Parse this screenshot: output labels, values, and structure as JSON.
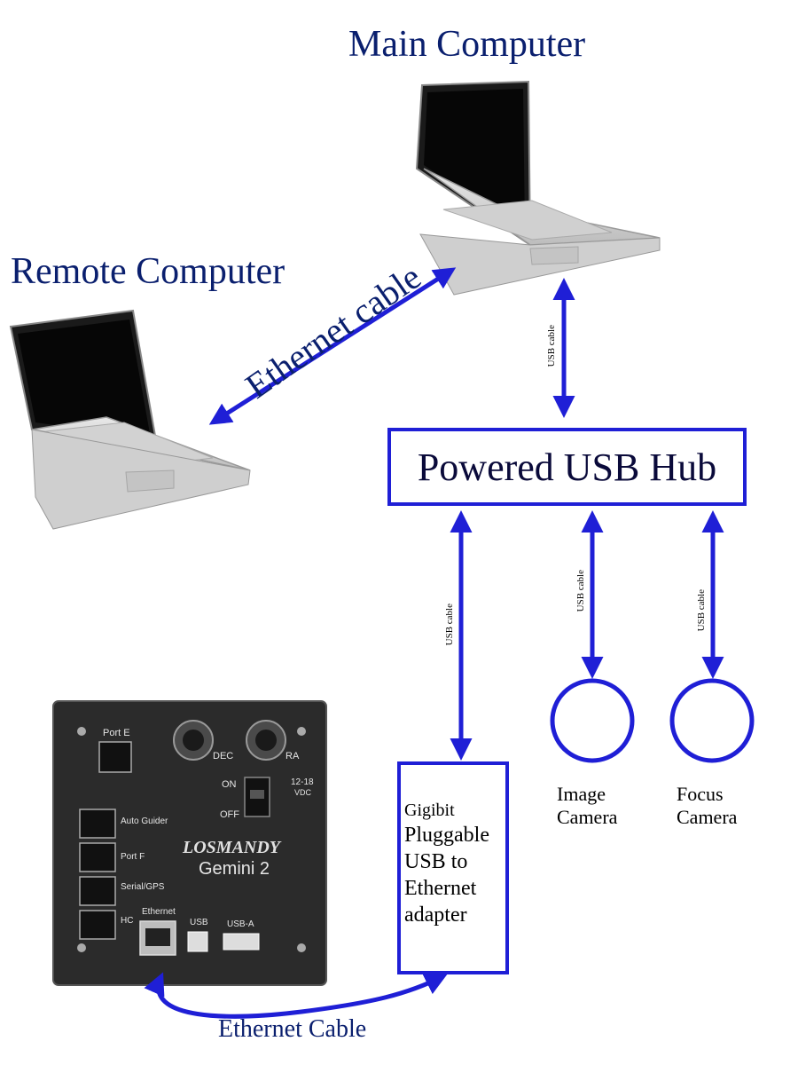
{
  "labels": {
    "main_computer": "Main Computer",
    "remote_computer": "Remote Computer",
    "ethernet_cable_diag": "Ethernet cable",
    "usb_hub": "Powered USB Hub",
    "usb_cable": "USB cable",
    "image_camera_1": "Image",
    "image_camera_2": "Camera",
    "focus_camera_1": "Focus",
    "focus_camera_2": "Camera",
    "adapter_line1": "Gigibit",
    "adapter_line2": "Pluggable",
    "adapter_line3": "USB to",
    "adapter_line4": "Ethernet",
    "adapter_line5": "adapter",
    "ethernet_cable_bottom": "Ethernet Cable"
  },
  "gemini_panel": {
    "port_e": "Port E",
    "dec": "DEC",
    "ra": "RA",
    "on": "ON",
    "off": "OFF",
    "voltage_1": "12-18",
    "voltage_2": "VDC",
    "auto_guider": "Auto Guider",
    "port_f": "Port F",
    "serial_gps": "Serial/GPS",
    "hc": "HC",
    "ethernet": "Ethernet",
    "usb": "USB",
    "usb_a": "USB-A",
    "brand": "LOSMANDY",
    "model": "Gemini 2"
  },
  "colors": {
    "arrow": "#1f1fd6",
    "title_text": "#0a1f6e",
    "panel": "#2b2b2b"
  }
}
